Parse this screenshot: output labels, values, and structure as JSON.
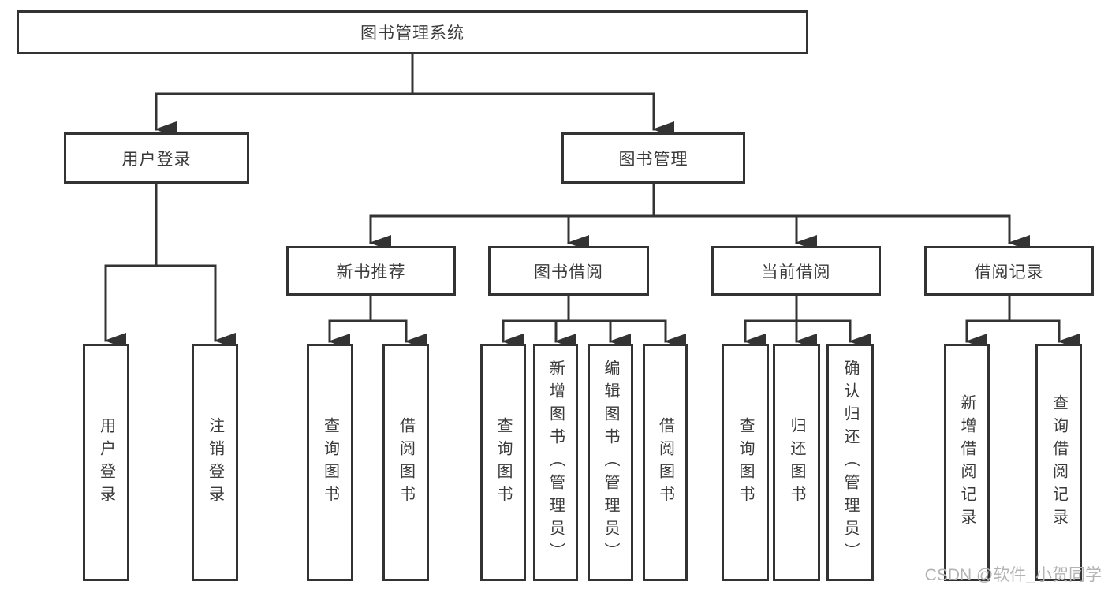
{
  "tree": {
    "label": "图书管理系统",
    "children": [
      {
        "label": "用户登录",
        "children": [
          {
            "label": "用户登录"
          },
          {
            "label": "注销登录"
          }
        ]
      },
      {
        "label": "图书管理",
        "children": [
          {
            "label": "新书推荐",
            "children": [
              {
                "label": "查询图书"
              },
              {
                "label": "借阅图书"
              }
            ]
          },
          {
            "label": "图书借阅",
            "children": [
              {
                "label": "查询图书"
              },
              {
                "label": "新增图书（管理员）"
              },
              {
                "label": "编辑图书（管理员）"
              },
              {
                "label": "借阅图书"
              }
            ]
          },
          {
            "label": "当前借阅",
            "children": [
              {
                "label": "查询图书"
              },
              {
                "label": "归还图书"
              },
              {
                "label": "确认归还（管理员）"
              }
            ]
          },
          {
            "label": "借阅记录",
            "children": [
              {
                "label": "新增借阅记录"
              },
              {
                "label": "查询借阅记录"
              }
            ]
          }
        ]
      }
    ]
  },
  "watermark": "CSDN @软件_小贺同学",
  "colors": {
    "line": "#333333",
    "text": "#3a3a3a",
    "watermark": "#b3b3b3",
    "background": "#ffffff"
  }
}
